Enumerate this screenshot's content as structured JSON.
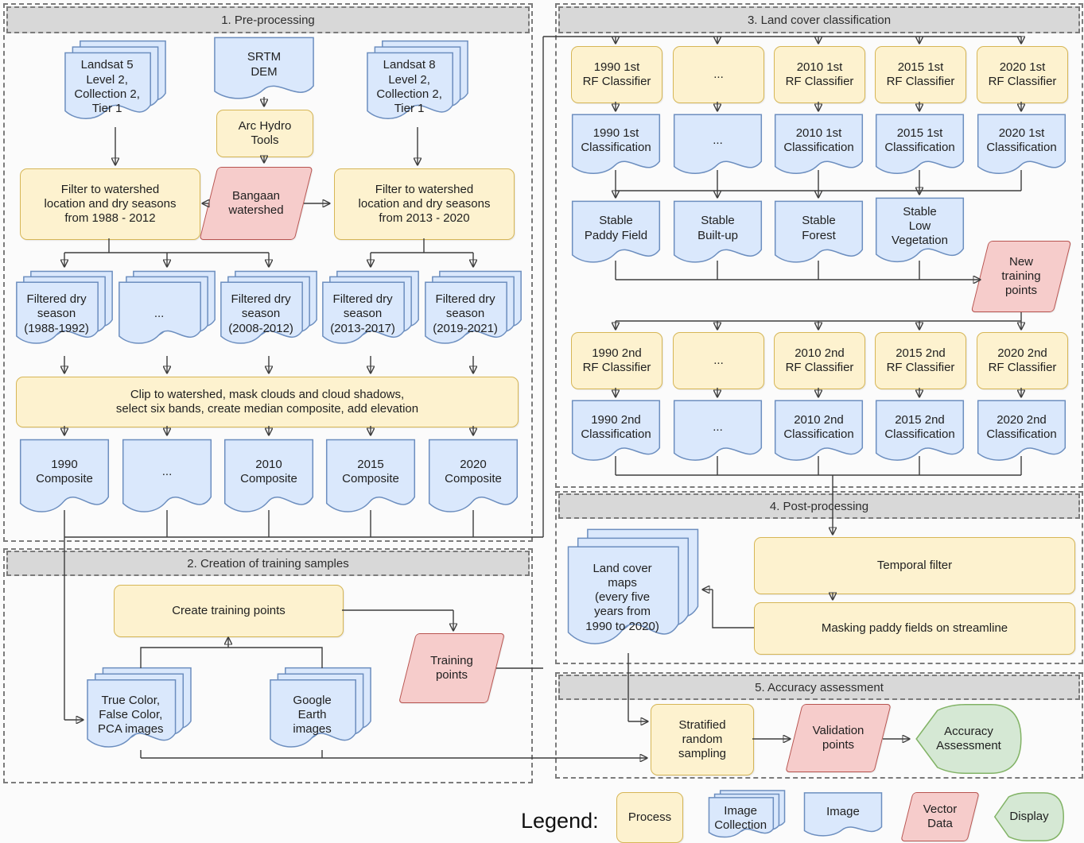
{
  "colors": {
    "process_fill": "#FDF2CF",
    "process_stroke": "#D6B656",
    "image_fill": "#DAE8FC",
    "image_stroke": "#6C8EBF",
    "vector_fill": "#F6CCCB",
    "vector_stroke": "#B85450",
    "display_fill": "#D5E8D4",
    "display_stroke": "#82B366",
    "header_fill": "#D8D8D8",
    "section_border": "#7B7B7B",
    "arrow": "#3C3C3C"
  },
  "sections": {
    "s1": {
      "title": "1. Pre-processing",
      "landsat5": "Landsat 5\nLevel 2,\nCollection 2,\nTier 1",
      "srtm": "SRTM\nDEM",
      "landsat8": "Landsat 8\nLevel 2,\nCollection 2,\nTier 1",
      "archydro": "Arc Hydro\nTools",
      "bangaan": "Bangaan\nwatershed",
      "filter_l5": "Filter to watershed\nlocation and dry seasons\nfrom 1988 - 2012",
      "filter_l8": "Filter to watershed\nlocation and dry seasons\nfrom 2013 - 2020",
      "filtered": [
        "Filtered dry\nseason\n(1988-1992)",
        "...",
        "Filtered dry\nseason\n(2008-2012)",
        "Filtered dry\nseason\n(2013-2017)",
        "Filtered dry\nseason\n(2019-2021)"
      ],
      "clip": "Clip to watershed, mask clouds and cloud shadows,\nselect six bands, create median composite, add elevation",
      "composites": [
        "1990\nComposite",
        "...",
        "2010\nComposite",
        "2015\nComposite",
        "2020\nComposite"
      ]
    },
    "s2": {
      "title": "2. Creation of training samples",
      "create": "Create training points",
      "truecolor": "True Color,\nFalse Color,\nPCA images",
      "googleearth": "Google\nEarth\nimages",
      "training": "Training\npoints"
    },
    "s3": {
      "title": "3. Land cover classification",
      "rf1": [
        "1990 1st\nRF Classifier",
        "...",
        "2010 1st\nRF Classifier",
        "2015 1st\nRF Classifier",
        "2020 1st\nRF Classifier"
      ],
      "class1": [
        "1990 1st\nClassification",
        "...",
        "2010 1st\nClassification",
        "2015 1st\nClassification",
        "2020 1st\nClassification"
      ],
      "stable": [
        "Stable\nPaddy Field",
        "Stable\nBuilt-up",
        "Stable\nForest",
        "Stable\nLow\nVegetation"
      ],
      "newtraining": "New\ntraining\npoints",
      "rf2": [
        "1990 2nd\nRF Classifier",
        "...",
        "2010 2nd\nRF Classifier",
        "2015 2nd\nRF Classifier",
        "2020 2nd\nRF Classifier"
      ],
      "class2": [
        "1990 2nd\nClassification",
        "...",
        "2010 2nd\nClassification",
        "2015 2nd\nClassification",
        "2020 2nd\nClassification"
      ]
    },
    "s4": {
      "title": "4. Post-processing",
      "landcover": "Land cover\nmaps\n(every five\nyears from\n1990 to 2020)",
      "temporal": "Temporal filter",
      "masking": "Masking paddy fields on streamline"
    },
    "s5": {
      "title": "5. Accuracy assessment",
      "stratified": "Stratified\nrandom\nsampling",
      "validation": "Validation\npoints",
      "accuracy": "Accuracy\nAssessment"
    }
  },
  "legend": {
    "label": "Legend:",
    "process": "Process",
    "image_collection": "Image\nCollection",
    "image": "Image",
    "vector": "Vector\nData",
    "display": "Display"
  }
}
